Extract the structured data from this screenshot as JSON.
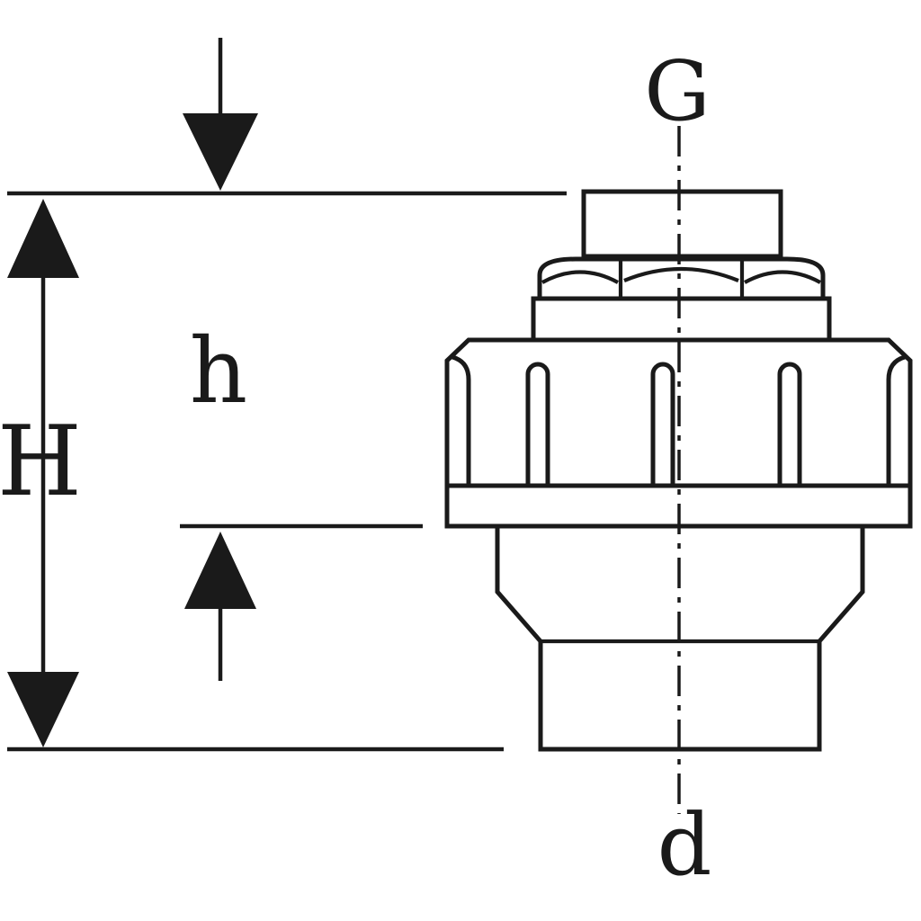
{
  "diagram": {
    "type": "technical-dimension-drawing",
    "subject": "pipe-fitting-side-view",
    "line_color": "#1a1a1a",
    "background_color": "#ffffff",
    "labels": {
      "thread_size": "G",
      "partial_height": "h",
      "total_height": "H",
      "outlet_diameter": "d"
    }
  }
}
